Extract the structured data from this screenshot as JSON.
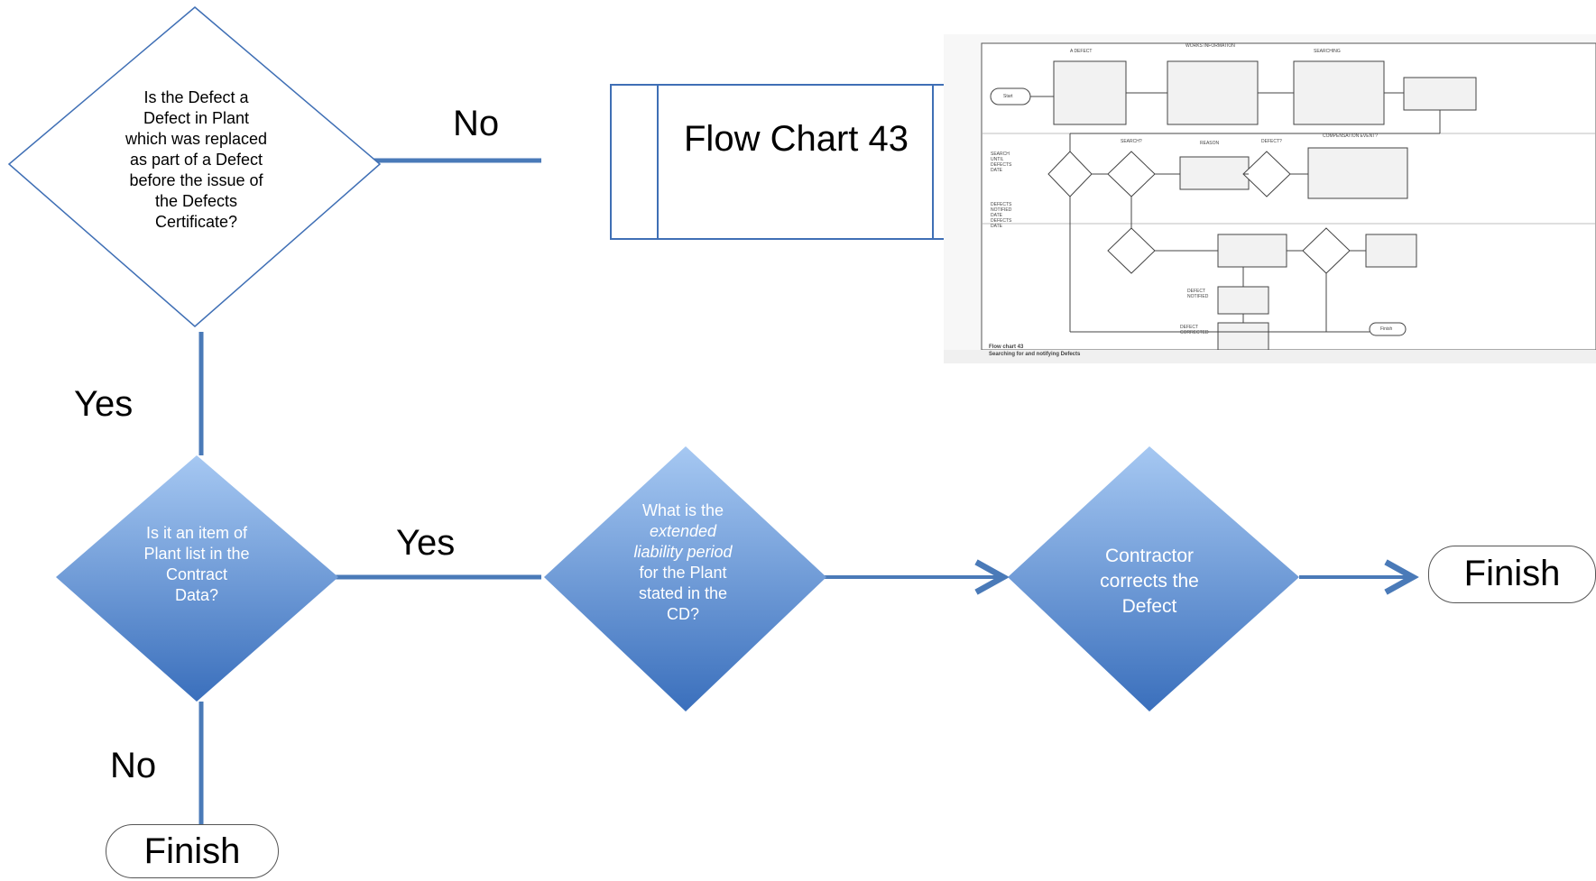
{
  "decision1": {
    "text": "Is the Defect a Defect in Plant which was replaced as part of a Defect before the issue of the Defects Certificate?"
  },
  "edge_labels": {
    "d1_no": "No",
    "d1_yes": "Yes",
    "d2_yes": "Yes",
    "d2_no": "No"
  },
  "predefined_process": {
    "title": "Flow Chart 43"
  },
  "decision2": {
    "text": "Is it an item of Plant list in the Contract Data?"
  },
  "decision3": {
    "text_before": "What is the",
    "text_italic": "extended liability period",
    "text_after": "for the Plant stated in the CD?"
  },
  "decision4": {
    "text": "Contractor corrects the Defect"
  },
  "terminals": {
    "finish_right": "Finish",
    "finish_bottom": "Finish"
  },
  "thumbnail": {
    "footer_title": "Flow chart 43",
    "footer_subtitle": "Searching for and notifying Defects",
    "col_headers": [
      "A DEFECT",
      "WORKS INFORMATION",
      "SEARCHING",
      "SEARCH?",
      "REASON",
      "DEFECT?",
      "COMPENSATION EVENT?"
    ],
    "row_labels": [
      "SEARCH UNTIL DEFECTS DATE",
      "DEFECTS NOTIFIED DATE DEFECTS DATE",
      "DEFECT NOTIFIED",
      "DEFECT CORRECTED"
    ],
    "start_label": "Start",
    "finish_label": "Finish"
  },
  "colors": {
    "line": "#4a7ab8",
    "diamond_top": "#9cc0ee",
    "diamond_bottom": "#3f74bf",
    "outline": "#3f6fb5"
  }
}
